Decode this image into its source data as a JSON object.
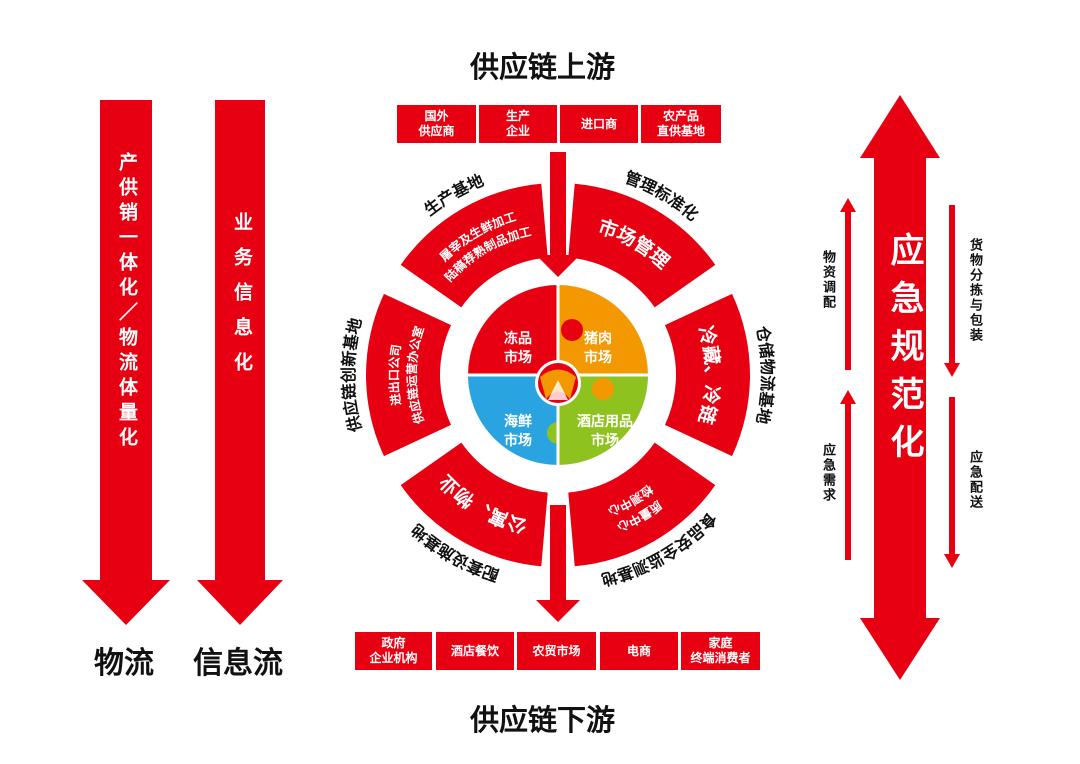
{
  "colors": {
    "red": "#e60012",
    "orange": "#f39800",
    "blue": "#29a4e0",
    "green": "#8dc21f"
  },
  "titles": {
    "upstream": "供应链上游",
    "downstream": "供应链下游"
  },
  "left_arrows": [
    {
      "text": "产供销一体化／物流体量化",
      "label": "物流"
    },
    {
      "text": "业务信息化",
      "label": "信息流"
    }
  ],
  "upstream_boxes": [
    "国外\n供应商",
    "生产\n企业",
    "进口商",
    "农产品\n直供基地"
  ],
  "downstream_boxes": [
    "政府\n企业机构",
    "酒店餐饮",
    "农贸市场",
    "电商",
    "家庭\n终端消费者"
  ],
  "ring": [
    {
      "outer": "管理标准化",
      "inner": [
        "市场管理"
      ]
    },
    {
      "outer": "仓储物流基地",
      "inner": [
        "冷藏、冷链"
      ]
    },
    {
      "outer": "食品安全监测基地",
      "inner": [
        "质量中心",
        "检测中心"
      ]
    },
    {
      "outer": "配套设施基地",
      "inner": [
        "公寓、物业"
      ]
    },
    {
      "outer": "供应链创新基地",
      "inner": [
        "进出口公司",
        "供应链运营办公室"
      ]
    },
    {
      "outer": "生产基地",
      "inner": [
        "屠宰及生鲜加工",
        "陆稿荐熟制品加工"
      ]
    }
  ],
  "puzzle": [
    "冻品\n市场",
    "猪肉\n市场",
    "海鲜\n市场",
    "酒店用品\n市场"
  ],
  "right": {
    "main": "应急规范化",
    "up_labels": [
      "物资调配",
      "应急需求"
    ],
    "down_labels": [
      "货物分拣与包装",
      "应急配送"
    ]
  }
}
